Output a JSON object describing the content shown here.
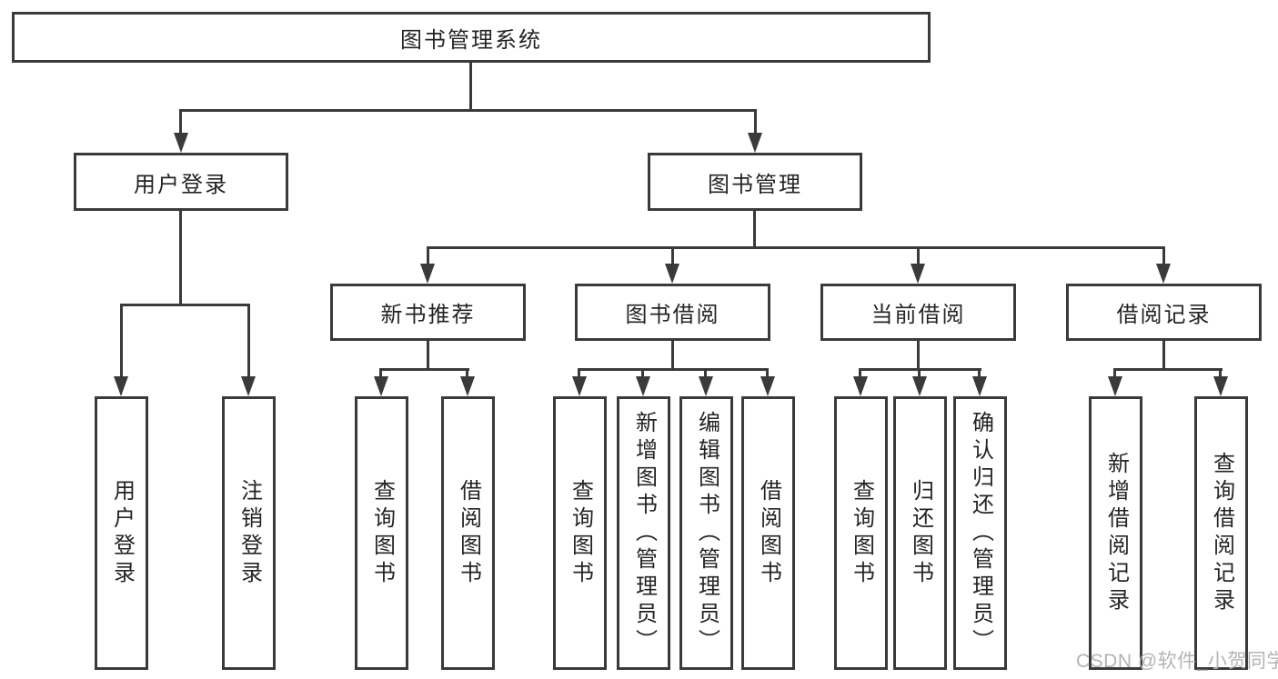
{
  "root": {
    "label": "图书管理系统"
  },
  "branches": [
    {
      "label": "用户登录",
      "children": [
        "用户登录",
        "注销登录"
      ]
    },
    {
      "label": "图书管理",
      "sections": [
        {
          "label": "新书推荐",
          "children": [
            "查询图书",
            "借阅图书"
          ]
        },
        {
          "label": "图书借阅",
          "children": [
            "查询图书",
            "新增图书（管理员）",
            "编辑图书（管理员）",
            "借阅图书"
          ]
        },
        {
          "label": "当前借阅",
          "children": [
            "查询图书",
            "归还图书",
            "确认归还（管理员）"
          ]
        },
        {
          "label": "借阅记录",
          "children": [
            "新增借阅记录",
            "查询借阅记录"
          ]
        }
      ]
    }
  ],
  "watermark": "CSDN @软件_小贺同学",
  "colors": {
    "line": "#3a3a3a",
    "text": "#242424",
    "watermark": "#b4b4b4"
  }
}
